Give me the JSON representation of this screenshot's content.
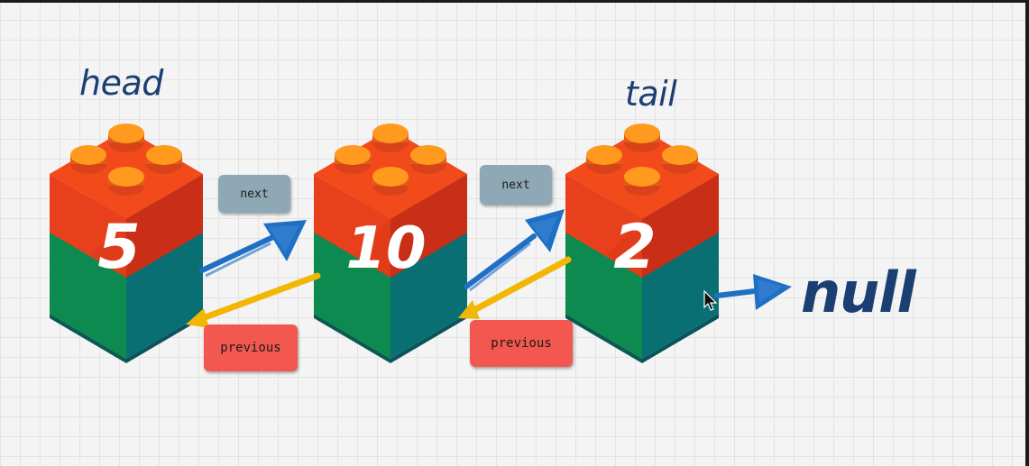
{
  "labels": {
    "head": "head",
    "tail": "tail",
    "null": "null"
  },
  "nodes": [
    {
      "value": "5"
    },
    {
      "value": "10"
    },
    {
      "value": "2"
    }
  ],
  "pointers": {
    "next": "next",
    "previous": "previous"
  },
  "colors": {
    "brick_top": "#e8401c",
    "brick_studs": "#ff9a1e",
    "block_bottom": "#0f8a5c",
    "next_arrow": "#1f6fc4",
    "prev_arrow": "#f2b705",
    "next_tag": "#8ea8b6",
    "prev_tag": "#f2584f",
    "caption_text": "#1b3f73"
  }
}
